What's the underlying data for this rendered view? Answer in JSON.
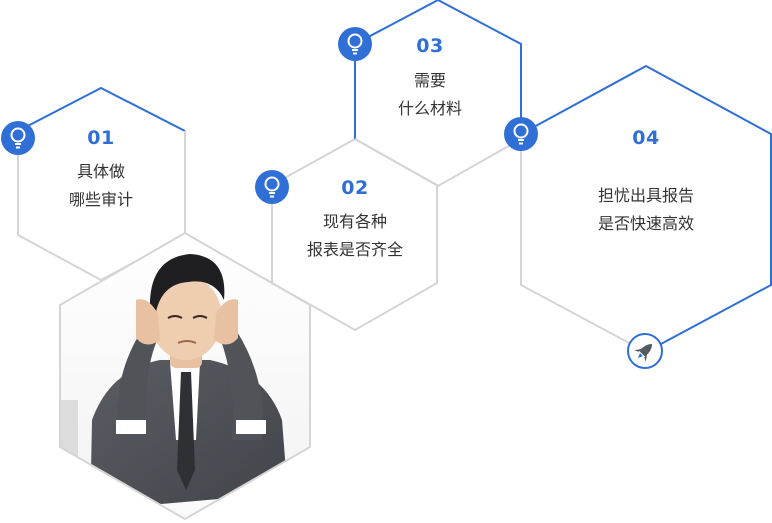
{
  "colors": {
    "accent": "#2f6fd6",
    "gray_outline": "#d5d5d5",
    "text": "#333333"
  },
  "icons": {
    "bulb": "lightbulb-icon",
    "rocket": "rocket-icon"
  },
  "items": [
    {
      "number": "01",
      "line1": "具体做",
      "line2": "哪些审计"
    },
    {
      "number": "02",
      "line1": "现有各种",
      "line2": "报表是否齐全"
    },
    {
      "number": "03",
      "line1": "需要",
      "line2": "什么材料"
    },
    {
      "number": "04",
      "line1": "担忧出具报告",
      "line2": "是否快速高效"
    }
  ]
}
